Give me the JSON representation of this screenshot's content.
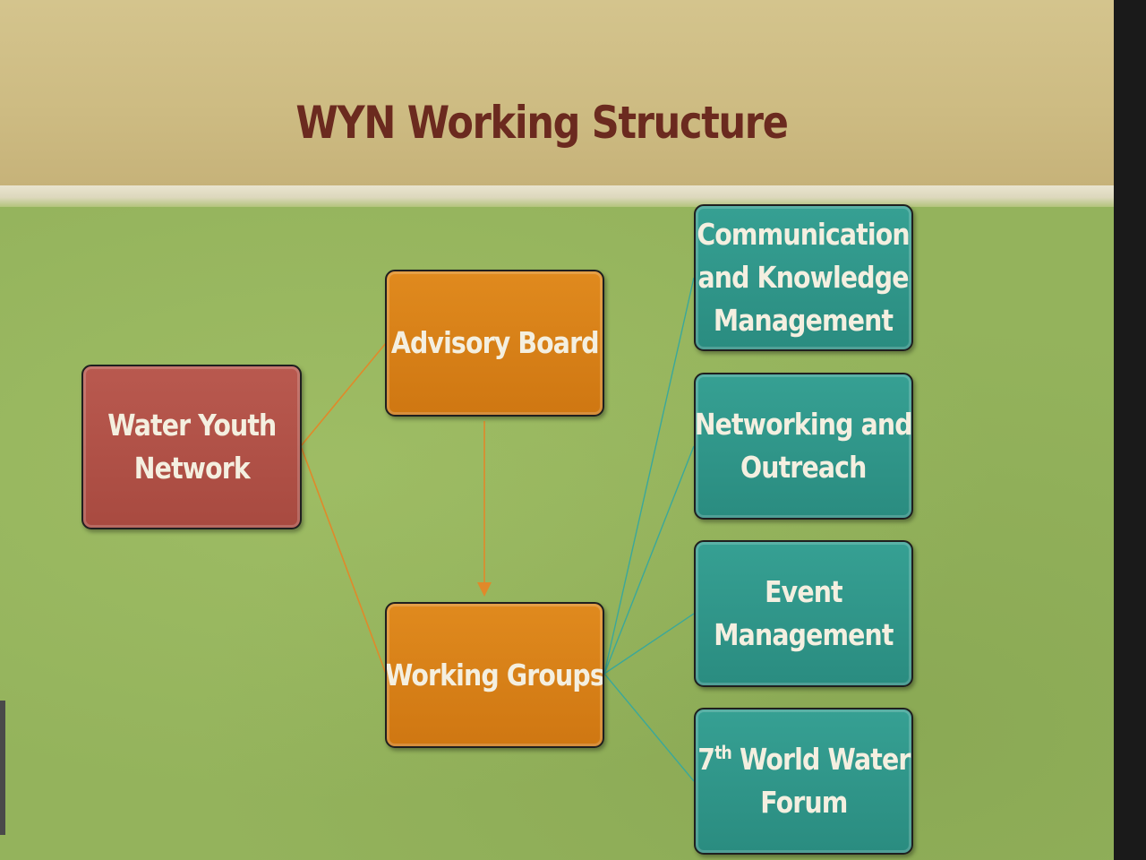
{
  "slide": {
    "title": "WYN Working Structure",
    "colors": {
      "title": "#6b2a1f",
      "root": "#b9594f",
      "mid": "#e08a1e",
      "leaf": "#36a093",
      "link_orange": "#e0892a",
      "link_teal": "#3aa89a"
    }
  },
  "nodes": {
    "root": {
      "line1": "Water Youth",
      "line2": "Network"
    },
    "advisory": {
      "line1": "Advisory Board"
    },
    "working": {
      "line1": "Working Groups"
    },
    "comm": {
      "line1": "Communication",
      "line2": "and Knowledge",
      "line3": "Management"
    },
    "network": {
      "line1": "Networking and",
      "line2": "Outreach"
    },
    "event": {
      "line1": "Event",
      "line2": "Management"
    },
    "forum": {
      "line1_num": "7",
      "line1_sup": "th",
      "line1_rest": " World Water",
      "line2": "Forum"
    }
  }
}
